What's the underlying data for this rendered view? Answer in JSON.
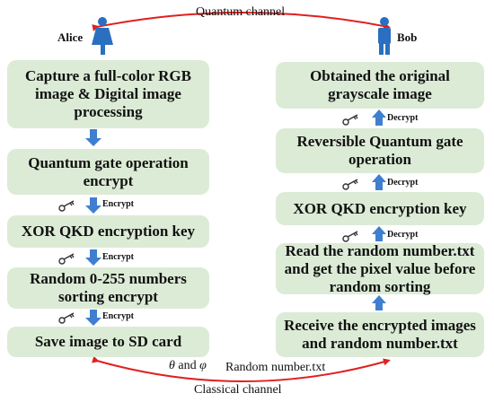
{
  "channels": {
    "quantum": "Quantum channel",
    "classical": "Classical channel",
    "theta": "θ",
    "and": "and",
    "phi": "φ",
    "random_file": "Random number.txt"
  },
  "people": {
    "alice": "Alice",
    "bob": "Bob"
  },
  "alice_steps": [
    "Capture a full-color RGB image & Digital image processing",
    "Quantum gate operation encrypt",
    "XOR QKD encryption key",
    "Random 0-255 numbers sorting encrypt",
    "Save image to SD card"
  ],
  "bob_steps": [
    "Obtained the original grayscale image",
    "Reversible Quantum gate operation",
    "XOR QKD encryption key",
    "Read the random number.txt and get the pixel value before random sorting",
    "Receive the encrypted images and random number.txt"
  ],
  "arrow_labels": {
    "encrypt": "Encrypt",
    "decrypt": "Decrypt"
  },
  "colors": {
    "box_fill": "#dcebd6",
    "arrow_blue": "#3f7fcf",
    "channel_red": "#e02020",
    "person_blue": "#2a6fc0",
    "key_black": "#333333"
  }
}
